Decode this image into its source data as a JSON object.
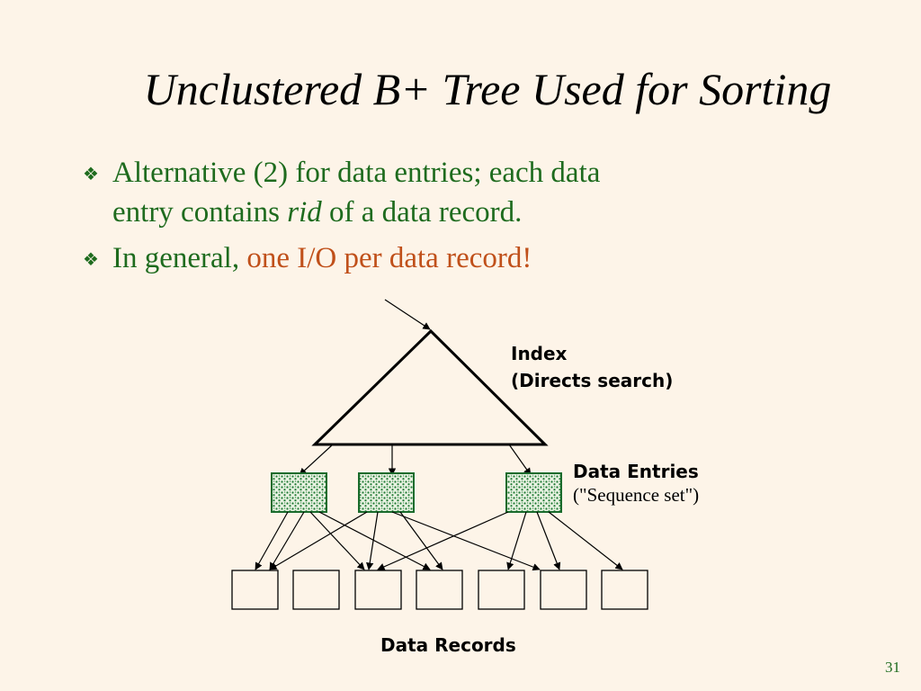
{
  "slide": {
    "title": "Unclustered B+ Tree Used for Sorting",
    "page_number": "31"
  },
  "bullets": [
    {
      "line1": "Alternative (2) for data entries; each data",
      "line2_pre": "entry contains ",
      "line2_italic": "rid",
      "line2_post": " of a data record."
    },
    {
      "pre": "In general, ",
      "highlight": "one I/O per data record!"
    }
  ],
  "diagram": {
    "index_label_line1": "Index",
    "index_label_line2": "(Directs search)",
    "data_entries_label": "Data Entries",
    "sequence_set_label": "(\"Sequence set\")",
    "data_records_label": "Data Records"
  },
  "colors": {
    "background": "#fdf4e8",
    "bullet_text": "#1e6b1e",
    "highlight_text": "#c0501a",
    "data_entry_fill": "#2e8b3e"
  }
}
